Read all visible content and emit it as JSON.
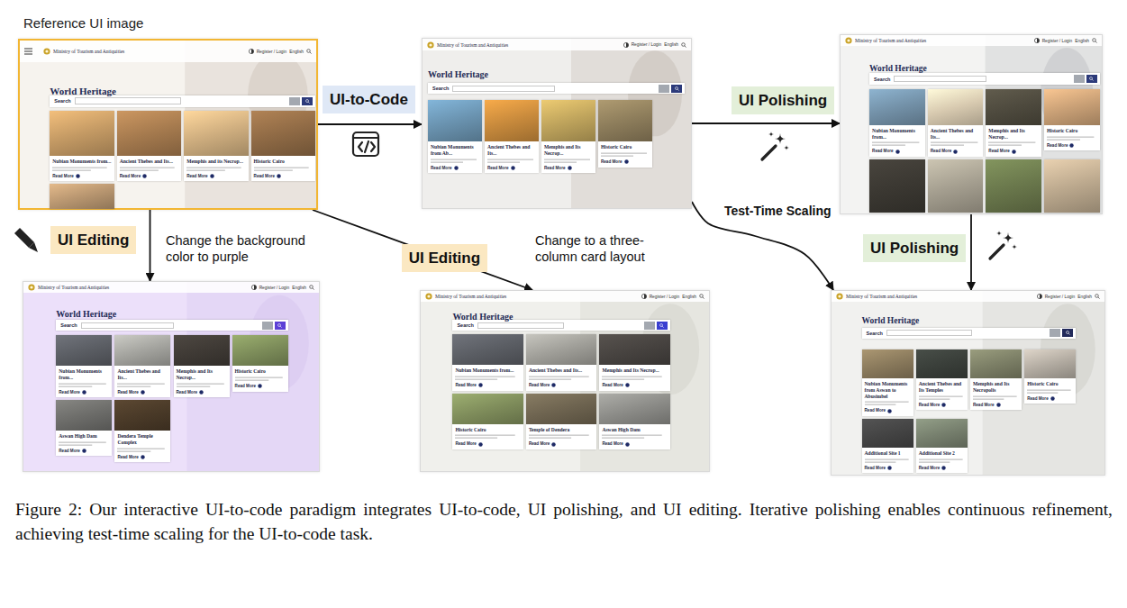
{
  "diagram": {
    "caption": "Figure 2: Our interactive UI-to-code paradigm integrates UI-to-code, UI polishing, and UI editing. Iterative polishing enables continuous refinement, achieving test-time scaling for the UI-to-code task.",
    "nodes": [
      {
        "text": [
          "Reference UI image",
          "Ministry of Tourism and Antiquities",
          "Register / Login",
          "English",
          "World Heritage",
          "Search"
        ]
      },
      {
        "text": [
          "Nubian Monuments from...",
          "Read More"
        ],
        "in": 0
      },
      {
        "text": [
          "Ancient Thebes and Its...",
          "Read More"
        ],
        "in": 0
      },
      {
        "text": [
          "Memphis and its Necrop...",
          "Read More"
        ],
        "in": 0
      },
      {
        "text": [
          "Historic Cairo",
          "Read More"
        ],
        "in": 0
      },
      {
        "text": [
          "Ministry of Tourism and Antiquities",
          "Register / Login",
          "English",
          "World Heritage",
          "Search"
        ]
      },
      {
        "text": [
          "Nubian Monuments from Ab...",
          "Read More"
        ],
        "in": 5
      },
      {
        "text": [
          "Ancient Thebes and Its...",
          "Read More"
        ],
        "in": 5
      },
      {
        "text": [
          "Memphis and Its Necrop...",
          "Read More"
        ],
        "in": 5
      },
      {
        "text": [
          "Historic Cairo",
          "Read More"
        ],
        "in": 5
      },
      {
        "text": [
          "Ministry of Tourism and Antiquities",
          "Register / Login",
          "English",
          "World Heritage",
          "Search"
        ]
      },
      {
        "text": [
          "Nubian Monuments from...",
          "Read More"
        ],
        "in": 10
      },
      {
        "text": [
          "Ancient Thebes and Its...",
          "Read More"
        ],
        "in": 10
      },
      {
        "text": [
          "Memphis and Its Necrop...",
          "Read More"
        ],
        "in": 10
      },
      {
        "text": [
          "Historic Cairo",
          "Read More"
        ],
        "in": 10
      },
      {
        "text": [
          "Ministry of Tourism and Antiquities",
          "Register / Login",
          "English",
          "World Heritage",
          "Search"
        ]
      },
      {
        "text": [
          "Nubian Monuments from...",
          "Read More"
        ],
        "in": 15
      },
      {
        "text": [
          "Ancient Thebes and Its...",
          "Read More"
        ],
        "in": 15
      },
      {
        "text": [
          "Memphis and Its Necrop...",
          "Read More"
        ],
        "in": 15
      },
      {
        "text": [
          "Historic Cairo",
          "Read More"
        ],
        "in": 15
      },
      {
        "text": [
          "Aswan High Dam",
          "Read More"
        ],
        "in": 15
      },
      {
        "text": [
          "Dendera Temple Complex",
          "Read More"
        ],
        "in": 15
      },
      {
        "text": [
          "Ministry of Tourism and Antiquities",
          "Register / Login",
          "English",
          "World Heritage",
          "Search"
        ]
      },
      {
        "text": [
          "Nubian Monuments from...",
          "Read More"
        ],
        "in": 22
      },
      {
        "text": [
          "Ancient Thebes and Its...",
          "Read More"
        ],
        "in": 22
      },
      {
        "text": [
          "Memphis and Its Necrop...",
          "Read More"
        ],
        "in": 22
      },
      {
        "text": [
          "Historic Cairo",
          "Read More"
        ],
        "in": 22
      },
      {
        "text": [
          "Temple of Dendera",
          "Read More"
        ],
        "in": 22
      },
      {
        "text": [
          "Aswan High Dam",
          "Read More"
        ],
        "in": 22
      },
      {
        "text": [
          "Ministry of Tourism and Antiquities",
          "Register / Login",
          "English",
          "World Heritage",
          "Search"
        ]
      },
      {
        "text": [
          "Nubian Monuments from Aswan to Abusimbel",
          "Read More"
        ],
        "in": 29
      },
      {
        "text": [
          "Ancient Thebes and Its Temples",
          "Read More"
        ],
        "in": 29
      },
      {
        "text": [
          "Memphis and Its Necropolis",
          "Read More"
        ],
        "in": 29
      },
      {
        "text": [
          "Historic Cairo",
          "Read More"
        ],
        "in": 29
      },
      {
        "text": [
          "Additional Site 1",
          "Read More"
        ],
        "in": 29
      },
      {
        "text": [
          "Additional Site 2",
          "Read More"
        ],
        "in": 29
      }
    ],
    "edges": [
      {
        "from": 0,
        "to": 5,
        "label": "UI-to-Code",
        "arrow": "to"
      },
      {
        "from": 5,
        "to": 10,
        "label": "UI Polishing",
        "arrow": "to"
      },
      {
        "from": 0,
        "to": 15,
        "label": "UI Editing",
        "arrow": "to"
      },
      {
        "from": 0,
        "to": 22,
        "label": "UI Editing",
        "arrow": "to"
      },
      {
        "from": 5,
        "to": 29,
        "label": "Test-Time Scaling",
        "arrow": "to"
      },
      {
        "from": 10,
        "to": 29,
        "label": "UI Polishing",
        "arrow": "to"
      }
    ],
    "labels": [
      "Change the background color to purple",
      "Change to a three-column card layout"
    ]
  }
}
